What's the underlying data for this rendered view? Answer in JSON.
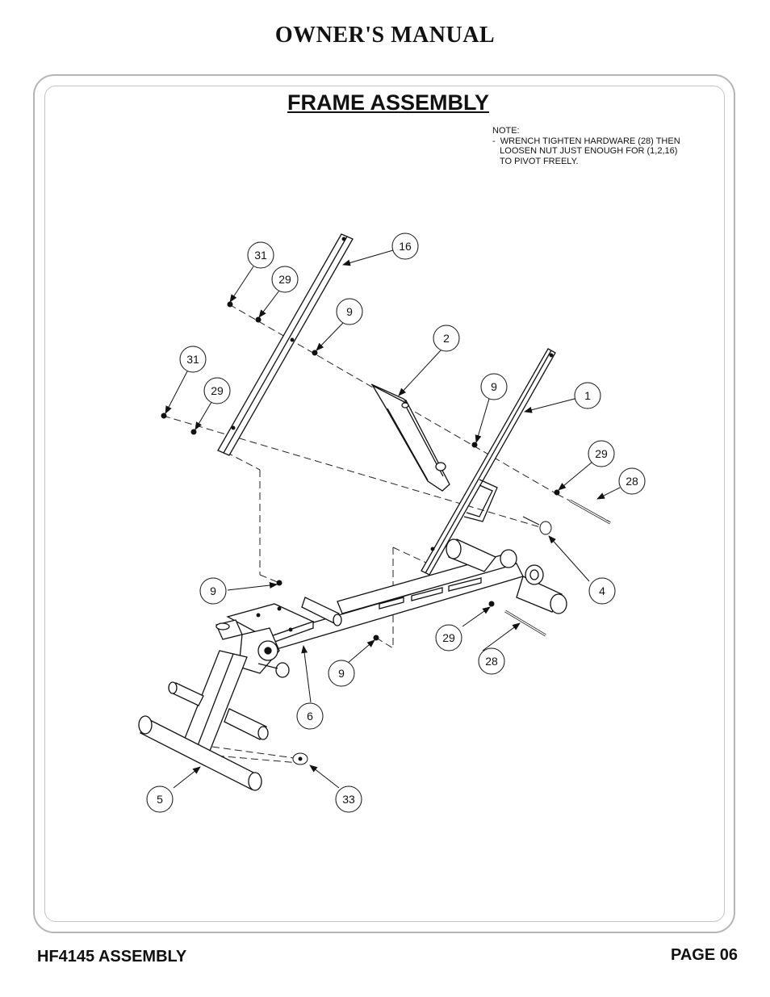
{
  "header": {
    "title": "OWNER'S MANUAL"
  },
  "section": {
    "title": "FRAME ASSEMBLY"
  },
  "note": {
    "lines": [
      "NOTE:",
      "-  WRENCH TIGHTEN HARDWARE (28) THEN",
      "   LOOSEN NUT JUST ENOUGH FOR (1,2,16)",
      "   TO PIVOT FREELY."
    ]
  },
  "callouts": [
    {
      "label": "16"
    },
    {
      "label": "31"
    },
    {
      "label": "29"
    },
    {
      "label": "9"
    },
    {
      "label": "2"
    },
    {
      "label": "31"
    },
    {
      "label": "29"
    },
    {
      "label": "9"
    },
    {
      "label": "1"
    },
    {
      "label": "29"
    },
    {
      "label": "28"
    },
    {
      "label": "4"
    },
    {
      "label": "9"
    },
    {
      "label": "29"
    },
    {
      "label": "28"
    },
    {
      "label": "9"
    },
    {
      "label": "6"
    },
    {
      "label": "5"
    },
    {
      "label": "33"
    }
  ],
  "footer": {
    "left": "HF4145 ASSEMBLY",
    "right": "PAGE 06"
  }
}
